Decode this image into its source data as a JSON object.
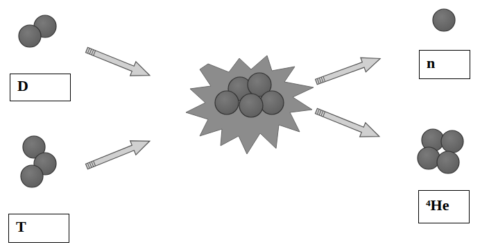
{
  "diagram": {
    "nodes": [
      {
        "text": [
          "D"
        ]
      },
      {
        "text": [
          "T"
        ]
      },
      {
        "text": [
          "n"
        ]
      },
      {
        "text": [
          "⁴He"
        ]
      }
    ]
  }
}
